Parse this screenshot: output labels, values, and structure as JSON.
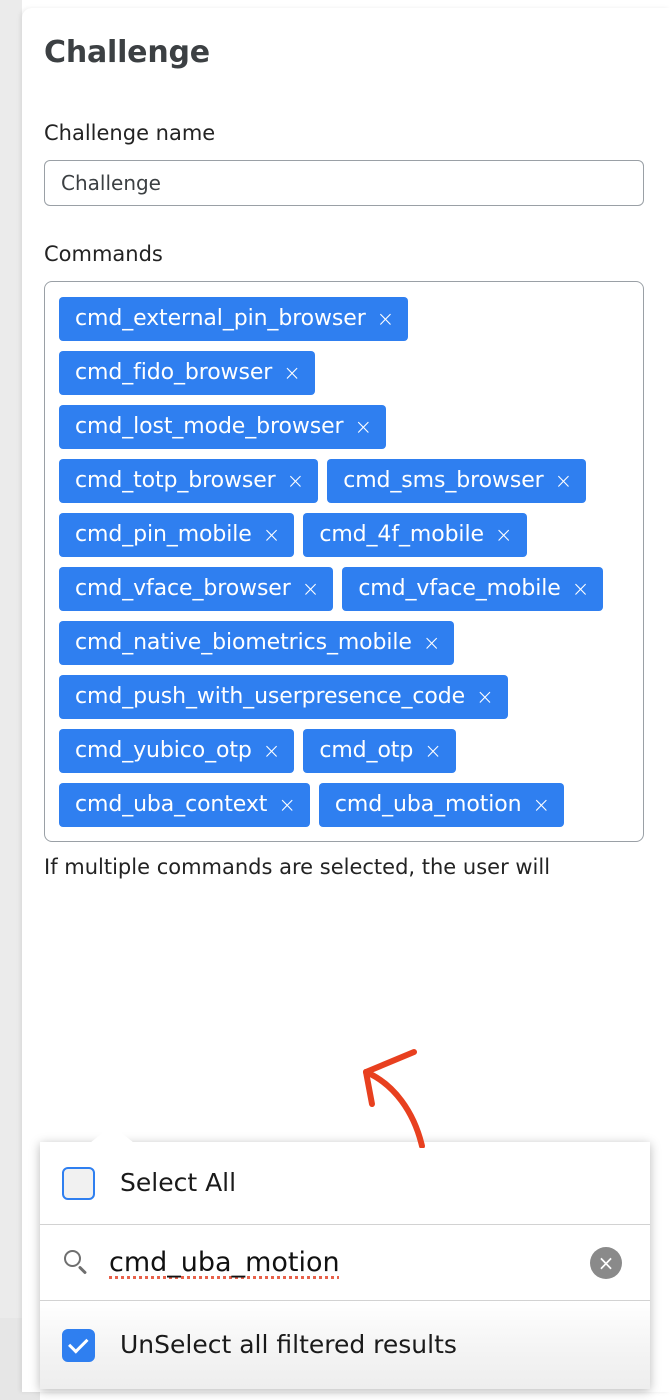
{
  "page": {
    "title": "Challenge",
    "accent_color": "#2f7ff0",
    "annotation_color": "#e8401f"
  },
  "form": {
    "name_label": "Challenge name",
    "name_value": "Challenge",
    "name_placeholder": "Challenge",
    "commands_label": "Commands",
    "helper_text": "If multiple commands are selected, the user will"
  },
  "commands": [
    {
      "label": "cmd_external_pin_browser",
      "remove": "×"
    },
    {
      "label": "cmd_fido_browser",
      "remove": "×"
    },
    {
      "label": "cmd_lost_mode_browser",
      "remove": "×"
    },
    {
      "label": "cmd_totp_browser",
      "remove": "×"
    },
    {
      "label": "cmd_sms_browser",
      "remove": "×"
    },
    {
      "label": "cmd_pin_mobile",
      "remove": "×"
    },
    {
      "label": "cmd_4f_mobile",
      "remove": "×"
    },
    {
      "label": "cmd_vface_browser",
      "remove": "×"
    },
    {
      "label": "cmd_vface_mobile",
      "remove": "×"
    },
    {
      "label": "cmd_native_biometrics_mobile",
      "remove": "×"
    },
    {
      "label": "cmd_push_with_userpresence_code",
      "remove": "×"
    },
    {
      "label": "cmd_yubico_otp",
      "remove": "×"
    },
    {
      "label": "cmd_otp",
      "remove": "×"
    },
    {
      "label": "cmd_uba_context",
      "remove": "×"
    },
    {
      "label": "cmd_uba_motion",
      "remove": "×"
    }
  ],
  "dropdown": {
    "select_all": {
      "label": "Select All",
      "checked": false
    },
    "search": {
      "value": "cmd_uba_motion",
      "placeholder": "",
      "icon": "search-icon",
      "clear_label": "×"
    },
    "unselect_all": {
      "label": "UnSelect all filtered results",
      "checked": true
    }
  }
}
